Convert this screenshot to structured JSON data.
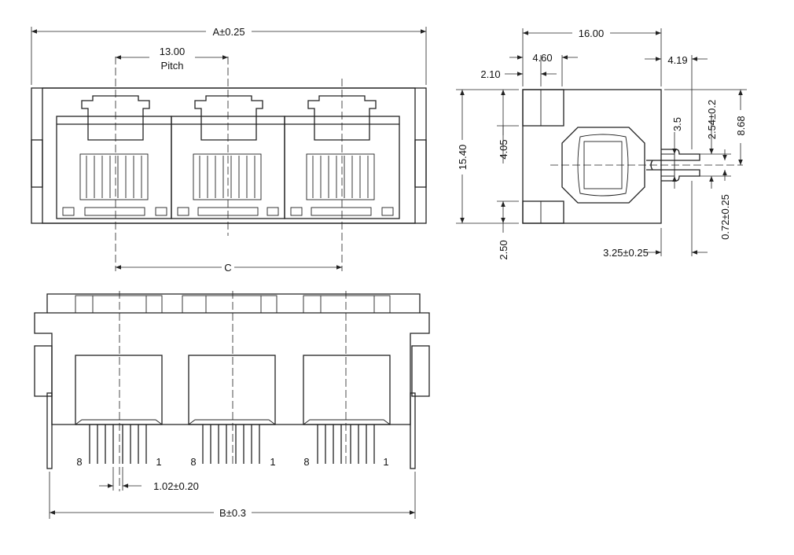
{
  "front_view": {
    "width_dim": "A±0.25",
    "pitch_value": "13.00",
    "pitch_label": "Pitch",
    "center_dim": "C"
  },
  "side_view": {
    "length": "16.00",
    "offset_a": "4.60",
    "offset_b": "2.10",
    "offset_c": "4.19",
    "height": "15.40",
    "upper": "4.05",
    "lower": "2.50",
    "pin_spacing": "2.54±0.2",
    "pin_width": "3.5",
    "total_h": "8.68",
    "pin_thickness": "0.72±0.25",
    "pin_length": "3.25±0.25"
  },
  "bottom_view": {
    "pin_pitch": "1.02±0.20",
    "overall": "B±0.3",
    "pin_first": "8",
    "pin_last": "1"
  }
}
